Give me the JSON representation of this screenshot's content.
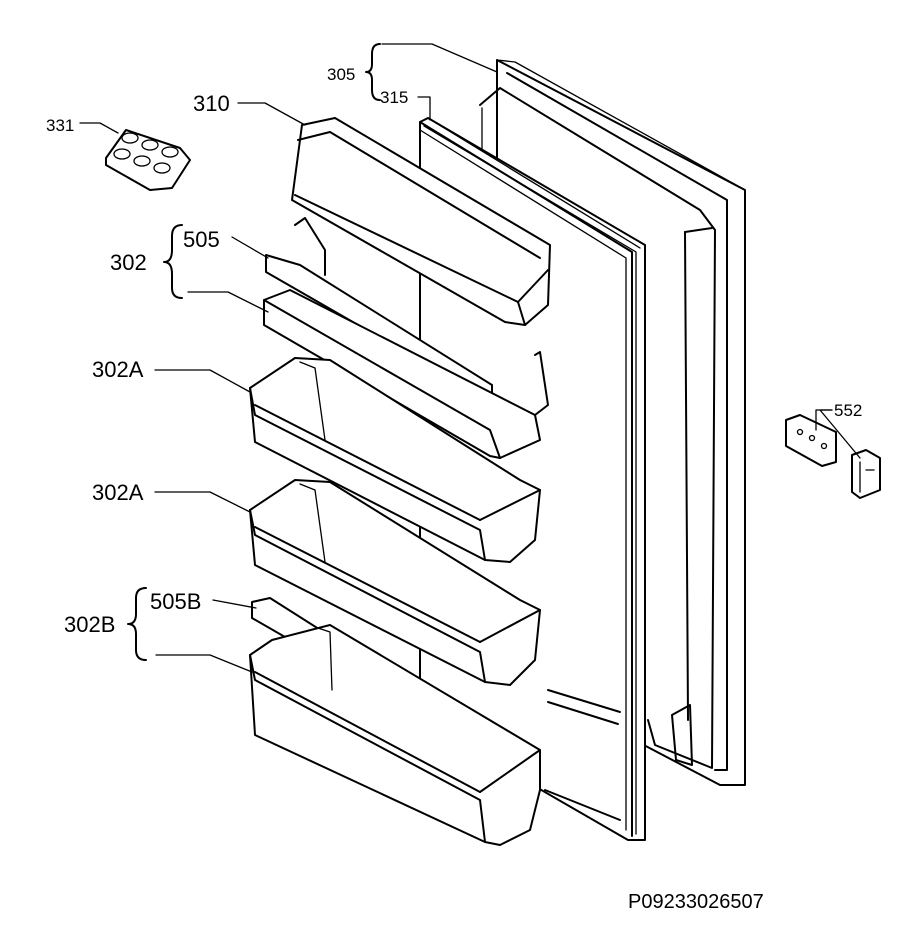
{
  "diagram": {
    "labels": {
      "p305": "305",
      "p315": "315",
      "p310": "310",
      "p331": "331",
      "p302": "302",
      "p505": "505",
      "p302a_1": "302A",
      "p302a_2": "302A",
      "p302b": "302B",
      "p505b": "505B",
      "p552": "552"
    },
    "drawing_code": "P09233026507"
  }
}
